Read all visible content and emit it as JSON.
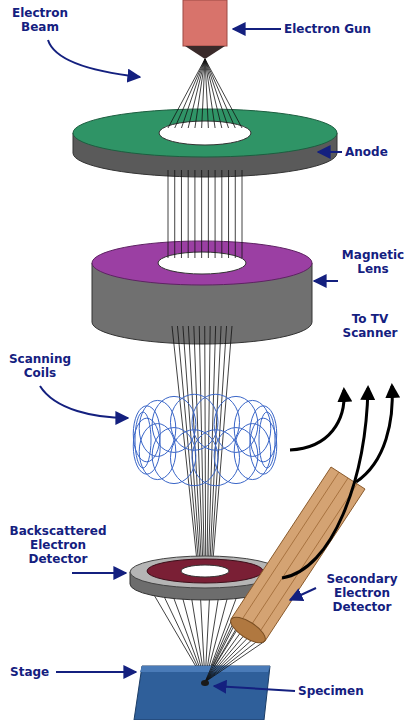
{
  "diagram": {
    "labels": [
      "Electron Gun",
      "Electron Beam",
      "Anode",
      "Magnetic Lens",
      "To TV Scanner",
      "Scanning Coils",
      "Backscattered Electron Detector",
      "Secondary Electron Detector",
      "Stage",
      "Specimen"
    ]
  }
}
